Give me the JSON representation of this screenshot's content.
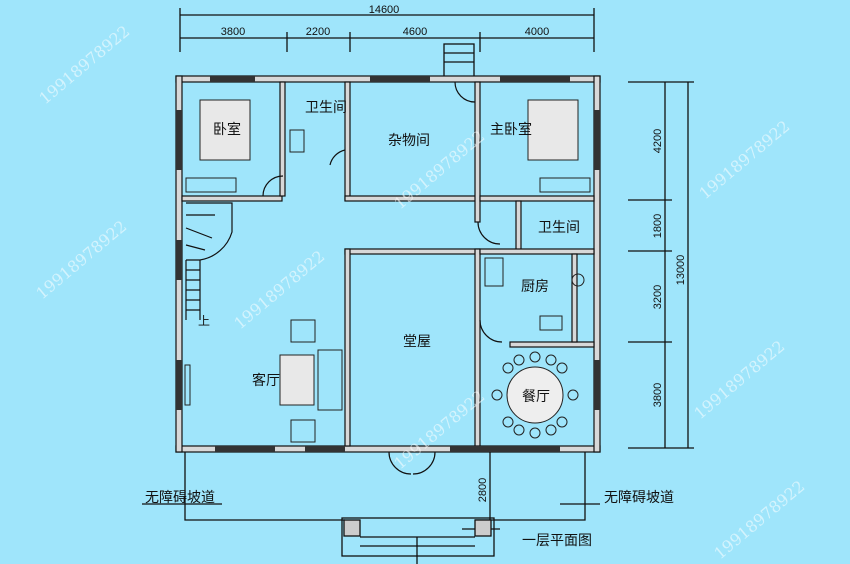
{
  "title": "一层平面图",
  "rooms": {
    "bedroom": "卧室",
    "bathroom1": "卫生间",
    "storage": "杂物间",
    "master_bedroom": "主卧室",
    "bathroom2": "卫生间",
    "kitchen": "厨房",
    "hall": "堂屋",
    "living_room": "客厅",
    "dining_room": "餐厅"
  },
  "labels": {
    "ramp_left": "无障碍坡道",
    "ramp_right": "无障碍坡道",
    "stair_up": "上"
  },
  "dimensions": {
    "top_total": "14600",
    "top_parts": [
      "3800",
      "2200",
      "4600",
      "4000"
    ],
    "right_total": "13000",
    "right_parts": [
      "4200",
      "1800",
      "3200",
      "3800"
    ],
    "porch_depth": "2800"
  },
  "watermark": "19918978922",
  "colors": {
    "background": "#9fe5fb",
    "wall": "#d8d8d8",
    "line": "#111111"
  }
}
